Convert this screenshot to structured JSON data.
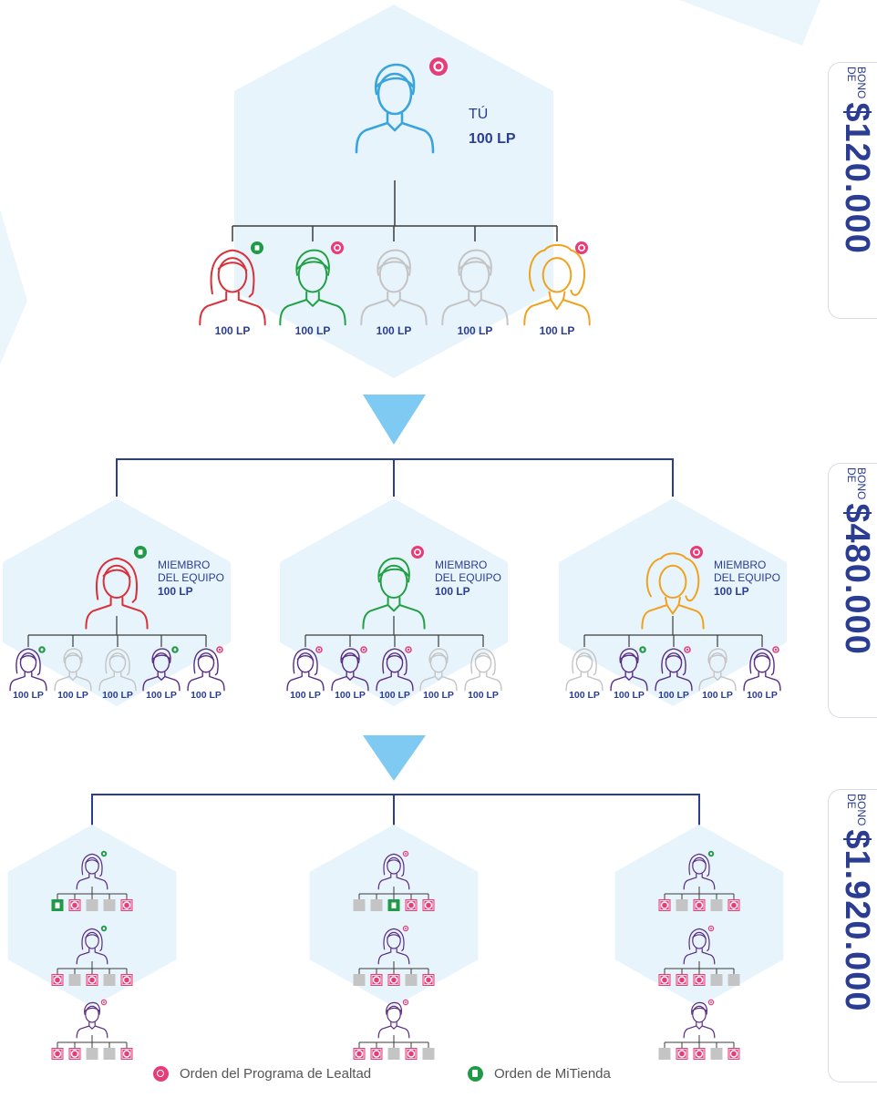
{
  "colors": {
    "hex_bg": "#e8f4fc",
    "line_dark": "#3c3c3c",
    "line_blue": "#2b3d93",
    "arrow": "#7fcaf2",
    "label_blue": "#2b3d93",
    "loyalty_red": "#e63c78",
    "store_green": "#1f9a46",
    "inactive_gray": "#c4c4c4",
    "user_blue": "#3aa5dc",
    "member_red": "#d9303a",
    "member_green": "#22a046",
    "member_orange": "#f0a21f",
    "purple": "#5a2d82"
  },
  "top": {
    "title": "TÚ",
    "points": "100 LP",
    "children": [
      {
        "label": "100 LP",
        "color": "member_red",
        "badge": "store",
        "gender": "f"
      },
      {
        "label": "100 LP",
        "color": "member_green",
        "badge": "loyalty",
        "gender": "m"
      },
      {
        "label": "100 LP",
        "color": "inactive_gray",
        "badge": "none",
        "gender": "m"
      },
      {
        "label": "100 LP",
        "color": "inactive_gray",
        "badge": "none",
        "gender": "m"
      },
      {
        "label": "100 LP",
        "color": "member_orange",
        "badge": "loyalty",
        "gender": "c"
      }
    ]
  },
  "members": [
    {
      "title_line1": "MIEMBRO",
      "title_line2": "DEL EQUIPO",
      "points": "100 LP",
      "color": "member_red",
      "badge": "store",
      "gender": "f",
      "children": [
        {
          "label": "100 LP",
          "active": true,
          "badge": "store"
        },
        {
          "label": "100 LP",
          "active": false,
          "badge": "none"
        },
        {
          "label": "100 LP",
          "active": false,
          "badge": "none"
        },
        {
          "label": "100 LP",
          "active": true,
          "badge": "store"
        },
        {
          "label": "100 LP",
          "active": true,
          "badge": "loyalty"
        }
      ]
    },
    {
      "title_line1": "MIEMBRO",
      "title_line2": "DEL EQUIPO",
      "points": "100 LP",
      "color": "member_green",
      "badge": "loyalty",
      "gender": "m",
      "children": [
        {
          "label": "100 LP",
          "active": true,
          "badge": "loyalty"
        },
        {
          "label": "100 LP",
          "active": true,
          "badge": "loyalty"
        },
        {
          "label": "100 LP",
          "active": true,
          "badge": "loyalty"
        },
        {
          "label": "100 LP",
          "active": false,
          "badge": "none"
        },
        {
          "label": "100 LP",
          "active": false,
          "badge": "none"
        }
      ]
    },
    {
      "title_line1": "MIEMBRO",
      "title_line2": "DEL EQUIPO",
      "points": "100 LP",
      "color": "member_orange",
      "badge": "loyalty",
      "gender": "c",
      "children": [
        {
          "label": "100 LP",
          "active": false,
          "badge": "none"
        },
        {
          "label": "100 LP",
          "active": true,
          "badge": "store"
        },
        {
          "label": "100 LP",
          "active": true,
          "badge": "loyalty"
        },
        {
          "label": "100 LP",
          "active": false,
          "badge": "none"
        },
        {
          "label": "100 LP",
          "active": true,
          "badge": "loyalty"
        }
      ]
    }
  ],
  "bottom_groups": [
    [
      {
        "badge": "store",
        "orders": [
          "store",
          "loyalty",
          "gray",
          "gray",
          "loyalty"
        ]
      },
      {
        "badge": "store",
        "orders": [
          "loyalty",
          "gray",
          "loyalty",
          "gray",
          "loyalty"
        ]
      },
      {
        "badge": "loyalty",
        "orders": [
          "loyalty",
          "loyalty",
          "gray",
          "gray",
          "loyalty"
        ]
      }
    ],
    [
      {
        "badge": "loyalty",
        "orders": [
          "gray",
          "gray",
          "store",
          "loyalty",
          "loyalty"
        ]
      },
      {
        "badge": "loyalty",
        "orders": [
          "gray",
          "loyalty",
          "loyalty",
          "gray",
          "loyalty"
        ]
      },
      {
        "badge": "loyalty",
        "orders": [
          "loyalty",
          "loyalty",
          "gray",
          "loyalty",
          "gray"
        ]
      }
    ],
    [
      {
        "badge": "store",
        "orders": [
          "loyalty",
          "gray",
          "loyalty",
          "gray",
          "loyalty"
        ]
      },
      {
        "badge": "loyalty",
        "orders": [
          "loyalty",
          "loyalty",
          "loyalty",
          "gray",
          "gray"
        ]
      },
      {
        "badge": "loyalty",
        "orders": [
          "gray",
          "loyalty",
          "loyalty",
          "gray",
          "loyalty"
        ]
      }
    ]
  ],
  "bonus_tabs": [
    {
      "small_1": "BONO",
      "small_2": "DE",
      "amount": "$120.000"
    },
    {
      "small_1": "BONO",
      "small_2": "DE",
      "amount": "$480.000"
    },
    {
      "small_1": "BONO",
      "small_2": "DE",
      "amount": "$1.920.000"
    }
  ],
  "legend": {
    "loyalty_label": "Orden del Programa de Lealtad",
    "store_label": "Orden de MiTienda"
  }
}
